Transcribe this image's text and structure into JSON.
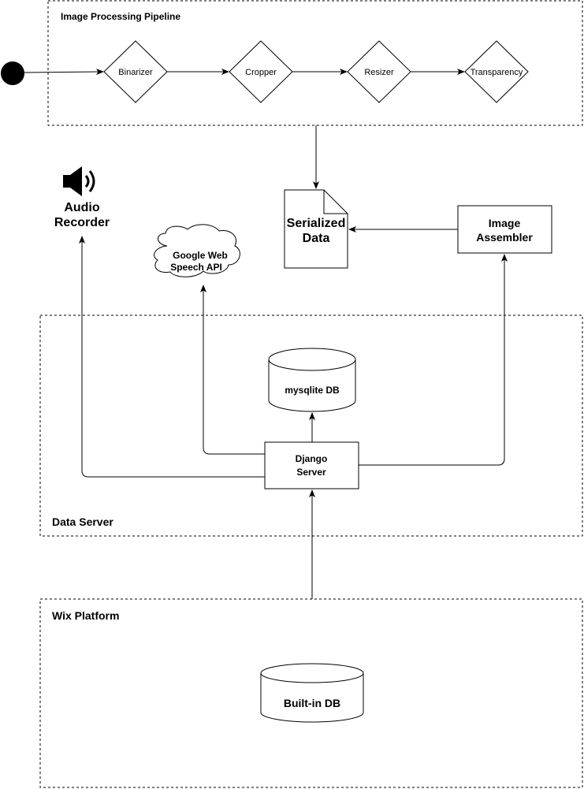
{
  "groups": {
    "pipeline": "Image Processing Pipeline",
    "data_server": "Data Server",
    "wix": "Wix Platform"
  },
  "pipeline_steps": [
    "Binarizer",
    "Cropper",
    "Resizer",
    "Transparency"
  ],
  "nodes": {
    "serialized_line1": "Serialized",
    "serialized_line2": "Data",
    "assembler_line1": "Image",
    "assembler_line2": "Assembler",
    "audio_line1": "Audio",
    "audio_line2": "Recorder",
    "speech_line1": "Google Web",
    "speech_line2": "Speech API",
    "mysql_db": "mysqlite DB",
    "django_line1": "Django",
    "django_line2": "Server",
    "builtin_db": "Built-in DB"
  },
  "icons": {
    "start": "start-node-icon",
    "speaker": "speaker-icon"
  }
}
